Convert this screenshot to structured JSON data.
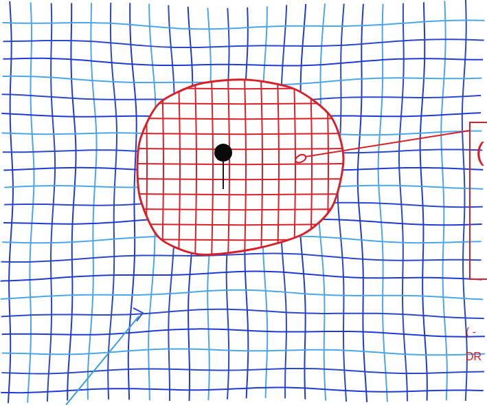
{
  "diagram": {
    "nodes": [
      {
        "text": [
          "("
        ]
      }
    ],
    "labels": [
      "( -",
      "DR"
    ]
  }
}
